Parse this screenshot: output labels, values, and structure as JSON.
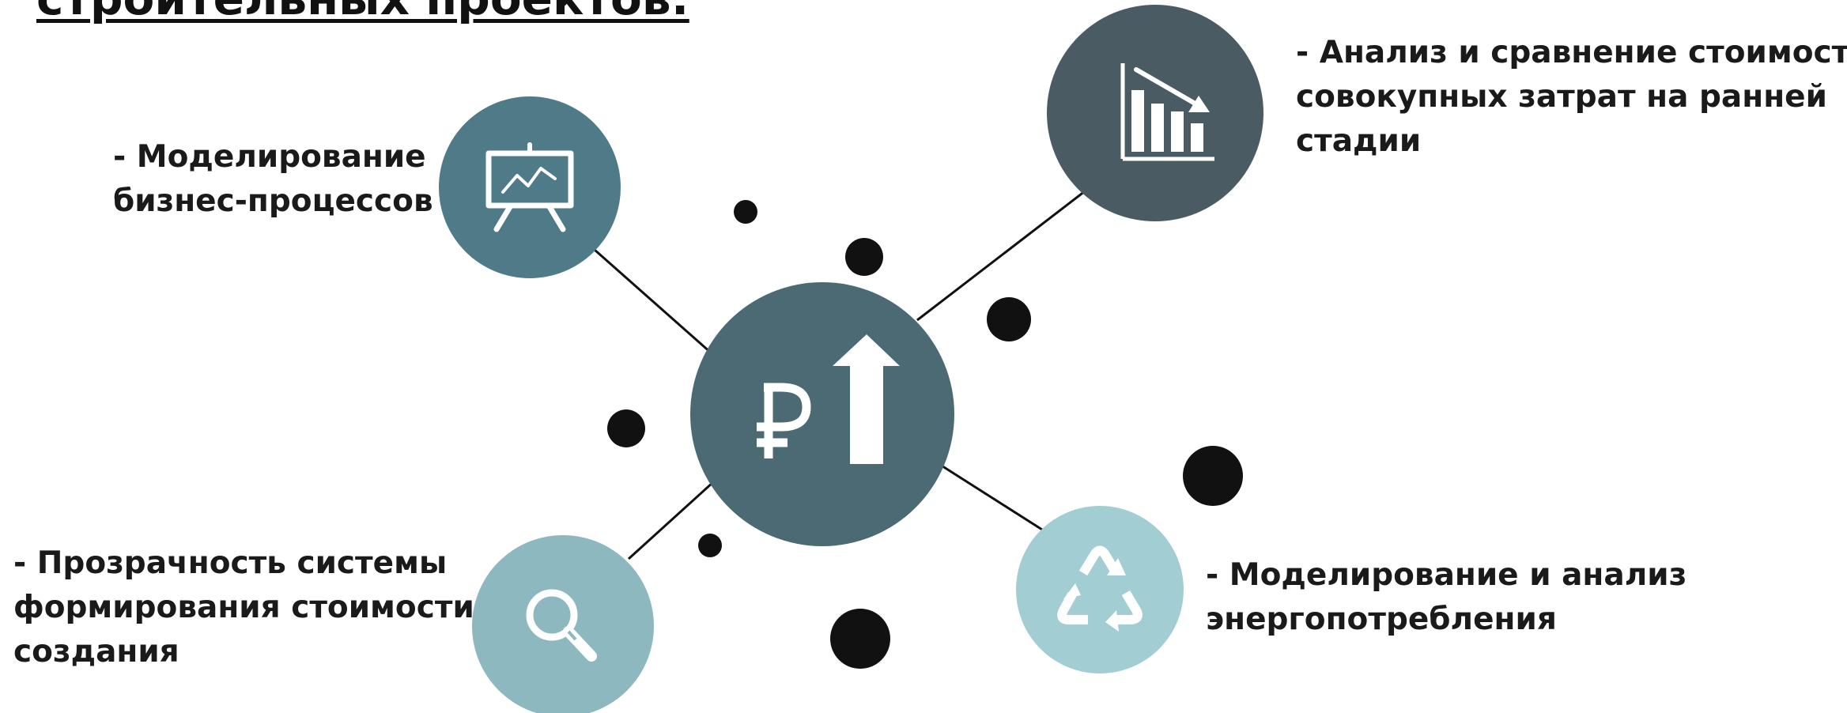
{
  "title": "строительных проектов:",
  "center_node": {
    "icon": "ruble-arrow-up-icon",
    "color": "#4b6a73"
  },
  "nodes": [
    {
      "id": "business",
      "lines": [
        "- Моделирование",
        "бизнес-процессов"
      ],
      "icon": "presentation-board-icon",
      "color": "#4f7a88"
    },
    {
      "id": "cost",
      "lines": [
        "- Анализ и сравнение стоимости",
        "совокупных затрат на ранней",
        "стадии"
      ],
      "icon": "bar-chart-down-icon",
      "color": "#4a5b63"
    },
    {
      "id": "transparency",
      "lines": [
        "- Прозрачность системы",
        "формирования стоимости",
        "создания"
      ],
      "icon": "magnifier-icon",
      "color": "#8db8bf"
    },
    {
      "id": "energy",
      "lines": [
        "- Моделирование и анализ",
        "энергопотребления"
      ],
      "icon": "recycle-icon",
      "color": "#a2cdd3"
    }
  ],
  "colors": {
    "dot": "#111111",
    "connector": "#111111",
    "icon_fg": "#ffffff",
    "text": "#1a1a1a"
  }
}
